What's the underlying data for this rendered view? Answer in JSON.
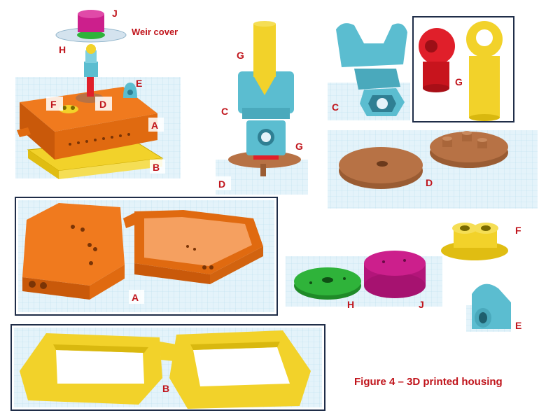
{
  "labels": {
    "A": "A",
    "B": "B",
    "C": "C",
    "D": "D",
    "E": "E",
    "F": "F",
    "G": "G",
    "H": "H",
    "J": "J"
  },
  "weir_cover": "Weir cover",
  "caption": "Figure 4 – 3D printed housing",
  "colors": {
    "orange": "#f07a1e",
    "yellow": "#f2d22a",
    "teal": "#5bbdd0",
    "brown": "#b77245",
    "red": "#e01f2a",
    "green": "#2fb33a",
    "magenta": "#cc1f8c",
    "label_red": "#c0141b",
    "grid": "#cfe9f5",
    "frame": "#1f2d48"
  }
}
